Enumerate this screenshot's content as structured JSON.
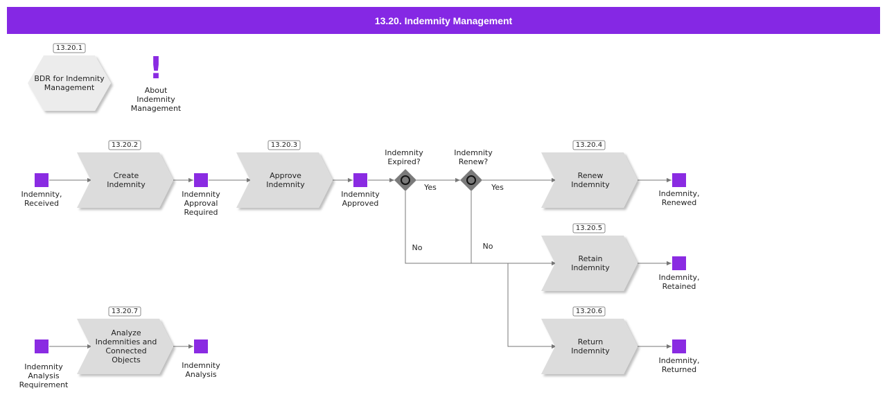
{
  "header": {
    "title": "13.20. Indemnity Management"
  },
  "colors": {
    "brand": "#8528e4",
    "event": "#8a2be2",
    "function": "#dcdcdc",
    "gateway": "#7a7a7a"
  },
  "overview": {
    "bdr": {
      "label": "BDR for Indemnity\nManagement",
      "badge": "13.20.1"
    },
    "about": {
      "icon": "exclamation-icon",
      "label": "About\nIndemnity\nManagement"
    }
  },
  "functions": {
    "create": {
      "label": "Create\nIndemnity",
      "badge": "13.20.2"
    },
    "approve": {
      "label": "Approve\nIndemnity",
      "badge": "13.20.3"
    },
    "renew": {
      "label": "Renew\nIndemnity",
      "badge": "13.20.4"
    },
    "retain": {
      "label": "Retain\nIndemnity",
      "badge": "13.20.5"
    },
    "return": {
      "label": "Return\nIndemnity",
      "badge": "13.20.6"
    },
    "analyze": {
      "label": "Analyze\nIndemnities and\nConnected\nObjects",
      "badge": "13.20.7"
    }
  },
  "events": {
    "received": "Indemnity,\nReceived",
    "approval_required": "Indemnity\nApproval\nRequired",
    "approved": "Indemnity\nApproved",
    "renewed": "Indemnity,\nRenewed",
    "retained": "Indemnity,\nRetained",
    "returned": "Indemnity,\nReturned",
    "analysis_requirement": "Indemnity\nAnalysis\nRequirement",
    "analysis": "Indemnity\nAnalysis"
  },
  "gateways": {
    "expired": {
      "question": "Indemnity\nExpired?",
      "yes": "Yes",
      "no": "No"
    },
    "renew": {
      "question": "Indemnity\nRenew?",
      "yes": "Yes",
      "no": "No"
    }
  }
}
